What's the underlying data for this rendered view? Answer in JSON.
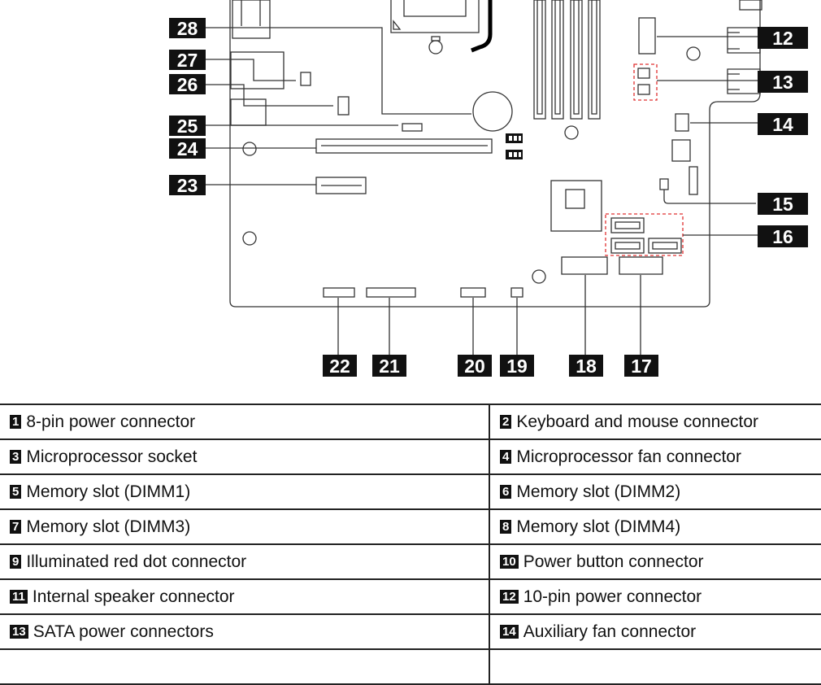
{
  "callouts": {
    "c12": "12",
    "c13": "13",
    "c14": "14",
    "c15": "15",
    "c16": "16",
    "c17": "17",
    "c18": "18",
    "c19": "19",
    "c20": "20",
    "c21": "21",
    "c22": "22",
    "c23": "23",
    "c24": "24",
    "c25": "25",
    "c26": "26",
    "c27": "27",
    "c28": "28"
  },
  "legend": [
    {
      "left": {
        "num": "1",
        "label": "8-pin power connector"
      },
      "right": {
        "num": "2",
        "label": "Keyboard and mouse connector"
      }
    },
    {
      "left": {
        "num": "3",
        "label": "Microprocessor socket"
      },
      "right": {
        "num": "4",
        "label": "Microprocessor fan connector"
      }
    },
    {
      "left": {
        "num": "5",
        "label": "Memory slot (DIMM1)"
      },
      "right": {
        "num": "6",
        "label": "Memory slot (DIMM2)"
      }
    },
    {
      "left": {
        "num": "7",
        "label": "Memory slot (DIMM3)"
      },
      "right": {
        "num": "8",
        "label": "Memory slot (DIMM4)"
      }
    },
    {
      "left": {
        "num": "9",
        "label": "Illuminated red dot connector"
      },
      "right": {
        "num": "10",
        "label": "Power button connector"
      }
    },
    {
      "left": {
        "num": "11",
        "label": "Internal speaker connector"
      },
      "right": {
        "num": "12",
        "label": "10-pin power connector"
      }
    },
    {
      "left": {
        "num": "13",
        "label": "SATA power connectors"
      },
      "right": {
        "num": "14",
        "label": "Auxiliary fan connector"
      }
    },
    {
      "left": {
        "num": "",
        "label": ""
      },
      "right": {
        "num": "",
        "label": ""
      }
    }
  ],
  "colors": {
    "line": "#333333",
    "callout_bg": "#111111",
    "highlight": "#e03030"
  }
}
